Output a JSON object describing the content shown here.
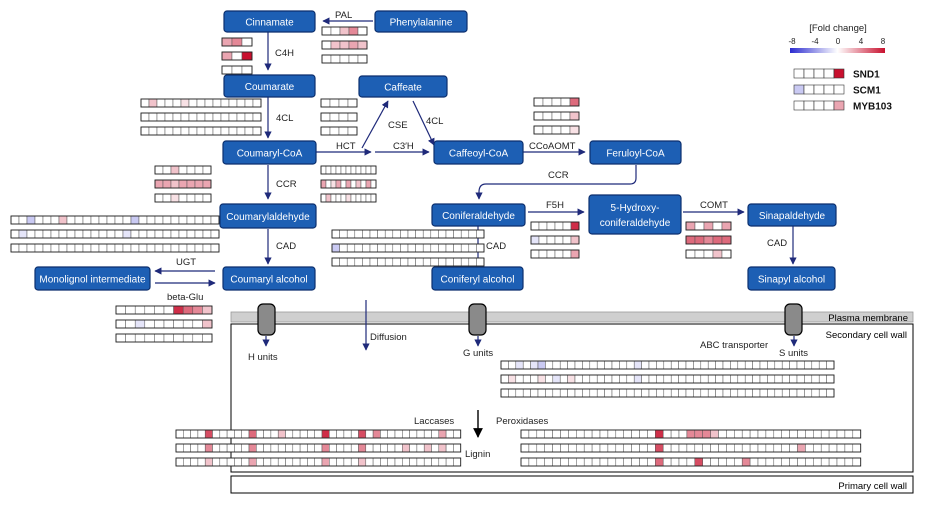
{
  "colors": {
    "node_fill": "#1d5fb4",
    "node_stroke": "#0c2f6e",
    "node_text": "#ffffff",
    "arrow": "#1f2a7a",
    "transporter": "#8a8a8a",
    "membrane": "#cfcfcf",
    "cell_border": "#000000",
    "scale_low": "#2b2bd0",
    "scale_mid": "#ffffff",
    "scale_high": "#c8102e"
  },
  "nodes": {
    "cinnamate": "Cinnamate",
    "phenylalanine": "Phenylalanine",
    "coumarate": "Coumarate",
    "caffeate": "Caffeate",
    "coumaryl_coa": "Coumaryl-CoA",
    "caffeoyl_coa": "Caffeoyl-CoA",
    "feruloyl_coa": "Feruloyl-CoA",
    "coumarylaldehyde": "Coumarylaldehyde",
    "coniferaldehyde": "Coniferaldehyde",
    "hydroxy_line1": "5-Hydroxy-",
    "hydroxy_line2": "coniferaldehyde",
    "sinapaldehyde": "Sinapaldehyde",
    "monolignol_intermediate": "Monolignol intermediate",
    "coumaryl_alcohol": "Coumaryl alcohol",
    "coniferyl_alcohol": "Coniferyl alcohol",
    "sinapyl_alcohol": "Sinapyl alcohol"
  },
  "enzymes": {
    "pal": "PAL",
    "c4h": "C4H",
    "fourcl_a": "4CL",
    "fourcl_b": "4CL",
    "cse": "CSE",
    "hct": "HCT",
    "c3h": "C3′H",
    "ccoaomt": "CCoAOMT",
    "ccr_a": "CCR",
    "ccr_b": "CCR",
    "f5h": "F5H",
    "comt": "COMT",
    "cad_a": "CAD",
    "cad_b": "CAD",
    "cad_c": "CAD",
    "ugt": "UGT",
    "beta_glu": "beta-Glu"
  },
  "labels": {
    "plasma_membrane": "Plasma membrane",
    "secondary_cell_wall": "Secondary cell wall",
    "primary_cell_wall": "Primary cell wall",
    "diffusion": "Diffusion",
    "abc_transporter": "ABC transporter",
    "h_units": "H units",
    "g_units": "G units",
    "s_units": "S units",
    "laccases": "Laccases",
    "peroxidases": "Peroxidases",
    "lignin": "Lignin"
  },
  "legend": {
    "title": "[Fold change]",
    "ticks": [
      "-8",
      "-4",
      "0",
      "4",
      "8"
    ],
    "rows": [
      {
        "name": "SND1",
        "cells": [
          0,
          0,
          0,
          0,
          8
        ]
      },
      {
        "name": "SCM1",
        "cells": [
          -2,
          0,
          0,
          0,
          0
        ]
      },
      {
        "name": "MYB103",
        "cells": [
          0,
          0,
          0,
          0,
          3
        ]
      }
    ]
  },
  "heatmaps": [
    {
      "id": "pal",
      "rows": [
        [
          0,
          0,
          2,
          4,
          0
        ],
        [
          0,
          2,
          2,
          3,
          2
        ],
        [
          0,
          0,
          0,
          0,
          0
        ]
      ]
    },
    {
      "id": "c4h",
      "rows": [
        [
          3,
          4,
          0
        ],
        [
          3,
          0,
          8
        ],
        [
          0,
          0,
          0
        ]
      ]
    },
    {
      "id": "fourcl_a",
      "rows": [
        [
          0,
          2,
          0,
          0,
          0,
          1,
          0,
          0,
          0,
          0,
          0,
          0,
          0,
          0,
          0
        ],
        [
          0,
          0,
          0,
          0,
          0,
          0,
          0,
          0,
          0,
          0,
          0,
          0,
          0,
          0,
          0
        ],
        [
          0,
          0,
          0,
          0,
          0,
          0,
          0,
          0,
          0,
          0,
          0,
          0,
          0,
          0,
          0
        ]
      ]
    },
    {
      "id": "cse",
      "rows": [
        [
          0,
          0,
          0,
          0
        ],
        [
          0,
          0,
          0,
          0
        ],
        [
          0,
          0,
          0,
          0
        ]
      ]
    },
    {
      "id": "ccoaomt",
      "rows": [
        [
          0,
          0,
          0,
          0,
          5
        ],
        [
          0,
          0,
          0,
          0,
          2
        ],
        [
          0,
          0,
          0,
          0,
          1
        ]
      ]
    },
    {
      "id": "ccr_a",
      "rows": [
        [
          0,
          0,
          2,
          0,
          0,
          0,
          0
        ],
        [
          3,
          3,
          2,
          3,
          3,
          3,
          3
        ],
        [
          0,
          0,
          1,
          0,
          0,
          0,
          0
        ]
      ]
    },
    {
      "id": "hct_c3h",
      "rows": [
        [
          0,
          0,
          0,
          0,
          0,
          0,
          0,
          0,
          0,
          0,
          0
        ],
        [
          3,
          0,
          1,
          3,
          0,
          3,
          0,
          2,
          0,
          3,
          0
        ],
        [
          0,
          2,
          0,
          0,
          0,
          1,
          0,
          0,
          0,
          0,
          0
        ]
      ]
    },
    {
      "id": "coumarylaldehyde",
      "rows": [
        [
          0,
          0,
          -2,
          0,
          0,
          0,
          2,
          0,
          0,
          0,
          0,
          0,
          0,
          0,
          0,
          -2,
          0,
          0,
          0,
          0,
          0,
          0,
          0,
          0,
          0,
          0
        ],
        [
          0,
          -1,
          0,
          0,
          0,
          0,
          0,
          0,
          0,
          0,
          0,
          0,
          0,
          0,
          -1,
          0,
          0,
          0,
          0,
          0,
          0,
          0,
          0,
          0,
          0,
          0
        ],
        [
          0,
          0,
          0,
          0,
          0,
          0,
          0,
          0,
          0,
          0,
          0,
          0,
          0,
          0,
          0,
          0,
          0,
          0,
          0,
          0,
          0,
          0,
          0,
          0,
          0,
          0
        ]
      ]
    },
    {
      "id": "coniferaldehyde_cad",
      "rows": [
        [
          0,
          0,
          0,
          0,
          0,
          0,
          0,
          0,
          0,
          0,
          0,
          0,
          0,
          0,
          0,
          0,
          0,
          0,
          0,
          0
        ],
        [
          -2,
          0,
          0,
          0,
          0,
          0,
          0,
          0,
          0,
          0,
          0,
          0,
          0,
          0,
          0,
          0,
          0,
          0,
          0,
          0
        ],
        [
          0,
          0,
          0,
          0,
          0,
          0,
          0,
          0,
          0,
          0,
          0,
          0,
          0,
          0,
          0,
          0,
          0,
          0,
          0,
          0
        ]
      ]
    },
    {
      "id": "f5h",
      "rows": [
        [
          0,
          0,
          0,
          0,
          0,
          7
        ],
        [
          -1,
          0,
          0,
          0,
          0,
          2
        ],
        [
          0,
          0,
          0,
          0,
          0,
          3
        ]
      ]
    },
    {
      "id": "comt",
      "rows": [
        [
          3,
          0,
          3,
          0,
          3
        ],
        [
          5,
          5,
          4,
          5,
          5
        ],
        [
          0,
          0,
          0,
          2,
          0
        ]
      ]
    },
    {
      "id": "ugt",
      "rows": [
        [
          0,
          0,
          0,
          0,
          0,
          0,
          7,
          5,
          4,
          2
        ],
        [
          0,
          0,
          -1,
          0,
          0,
          0,
          0,
          0,
          0,
          2
        ],
        [
          0,
          0,
          0,
          0,
          0,
          0,
          0,
          0,
          0,
          0
        ]
      ]
    },
    {
      "id": "abc",
      "rows": [
        [
          0,
          0,
          -1,
          0,
          -1,
          -2,
          0,
          0,
          0,
          0,
          0,
          0,
          0,
          0,
          0,
          0,
          0,
          0,
          -1,
          0,
          0,
          0,
          0,
          0,
          0,
          0,
          0,
          0,
          0,
          0,
          0,
          0,
          0,
          0,
          0,
          0,
          0,
          0,
          0,
          0,
          0,
          0,
          0,
          0,
          0
        ],
        [
          0,
          1,
          0,
          0,
          0,
          1,
          0,
          -1,
          0,
          1,
          0,
          0,
          0,
          0,
          0,
          0,
          0,
          0,
          -1,
          0,
          0,
          0,
          0,
          0,
          0,
          0,
          0,
          0,
          0,
          0,
          0,
          0,
          0,
          0,
          0,
          0,
          0,
          0,
          0,
          0,
          0,
          0,
          0,
          0,
          0
        ],
        [
          0,
          0,
          0,
          0,
          0,
          0,
          0,
          0,
          0,
          0,
          0,
          0,
          0,
          0,
          0,
          0,
          0,
          0,
          0,
          0,
          0,
          0,
          0,
          0,
          0,
          0,
          0,
          0,
          0,
          0,
          0,
          0,
          0,
          0,
          0,
          0,
          0,
          0,
          0,
          0,
          0,
          0,
          0,
          0,
          0
        ]
      ]
    },
    {
      "id": "laccases",
      "rows": [
        [
          0,
          0,
          0,
          0,
          6,
          0,
          0,
          0,
          0,
          0,
          5,
          0,
          0,
          0,
          2,
          0,
          0,
          0,
          0,
          0,
          7,
          0,
          0,
          0,
          0,
          6,
          0,
          4,
          0,
          0,
          0,
          0,
          0,
          0,
          0,
          0,
          3,
          0,
          0
        ],
        [
          0,
          0,
          0,
          0,
          4,
          0,
          0,
          0,
          0,
          0,
          4,
          0,
          0,
          0,
          0,
          0,
          0,
          0,
          0,
          0,
          4,
          0,
          0,
          0,
          0,
          4,
          0,
          0,
          0,
          0,
          0,
          2,
          0,
          0,
          2,
          0,
          2,
          0,
          0
        ],
        [
          0,
          0,
          0,
          0,
          2,
          0,
          0,
          0,
          0,
          0,
          3,
          0,
          0,
          0,
          0,
          0,
          0,
          0,
          0,
          0,
          3,
          0,
          0,
          0,
          0,
          2,
          0,
          0,
          0,
          0,
          0,
          0,
          0,
          0,
          0,
          0,
          0,
          0,
          0
        ]
      ]
    },
    {
      "id": "peroxidases",
      "rows": [
        [
          0,
          0,
          0,
          0,
          0,
          0,
          0,
          0,
          0,
          0,
          0,
          0,
          0,
          0,
          0,
          0,
          0,
          7,
          0,
          0,
          0,
          4,
          4,
          4,
          2,
          0,
          0,
          0,
          0,
          0,
          0,
          0,
          0,
          0,
          0,
          0,
          0,
          0,
          0,
          0,
          0,
          0,
          0
        ],
        [
          0,
          0,
          0,
          0,
          0,
          0,
          0,
          0,
          0,
          0,
          0,
          0,
          0,
          0,
          0,
          0,
          0,
          6,
          0,
          0,
          0,
          0,
          0,
          0,
          0,
          0,
          0,
          0,
          0,
          0,
          0,
          0,
          0,
          0,
          0,
          3,
          0,
          0,
          0,
          0,
          0,
          0,
          0
        ],
        [
          0,
          0,
          0,
          0,
          0,
          0,
          0,
          0,
          0,
          0,
          0,
          0,
          0,
          0,
          0,
          0,
          0,
          5,
          0,
          0,
          0,
          0,
          6,
          0,
          0,
          0,
          0,
          0,
          4,
          0,
          0,
          0,
          0,
          0,
          0,
          0,
          0,
          0,
          0,
          0,
          0,
          0,
          0
        ]
      ]
    }
  ]
}
